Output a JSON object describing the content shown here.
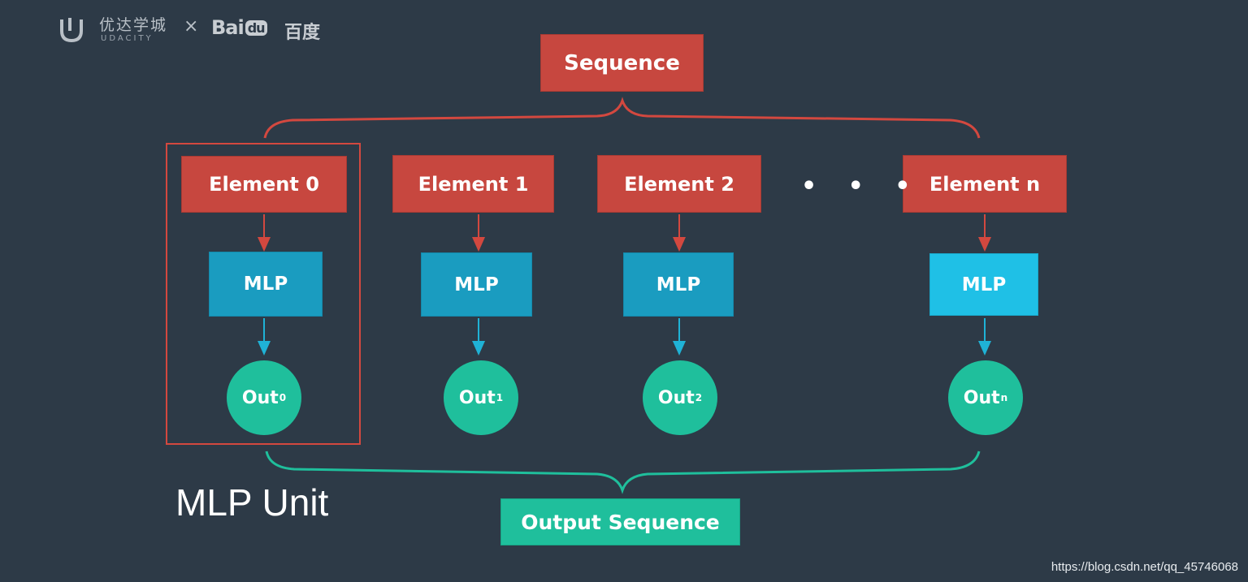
{
  "logo": {
    "udacity_zh": "优达学城",
    "udacity_en": "UDACITY",
    "separator": "×",
    "baidu_en": "Bai",
    "baidu_du": "du",
    "baidu_zh": "百度"
  },
  "sequence_label": "Sequence",
  "elements": [
    {
      "label": "Element 0",
      "mlp": "MLP",
      "out": "Out",
      "out_sub": "0"
    },
    {
      "label": "Element 1",
      "mlp": "MLP",
      "out": "Out",
      "out_sub": "1"
    },
    {
      "label": "Element 2",
      "mlp": "MLP",
      "out": "Out",
      "out_sub": "2"
    },
    {
      "label": "Element n",
      "mlp": "MLP",
      "out": "Out",
      "out_sub": "n"
    }
  ],
  "ellipsis": "• • •",
  "unit_label": "MLP Unit",
  "output_sequence_label": "Output Sequence",
  "watermark": "https://blog.csdn.net/qq_45746068",
  "colors": {
    "background": "#2d3a47",
    "red": "#c7473f",
    "blue": "#1a9cc0",
    "teal": "#1fbf9c"
  }
}
